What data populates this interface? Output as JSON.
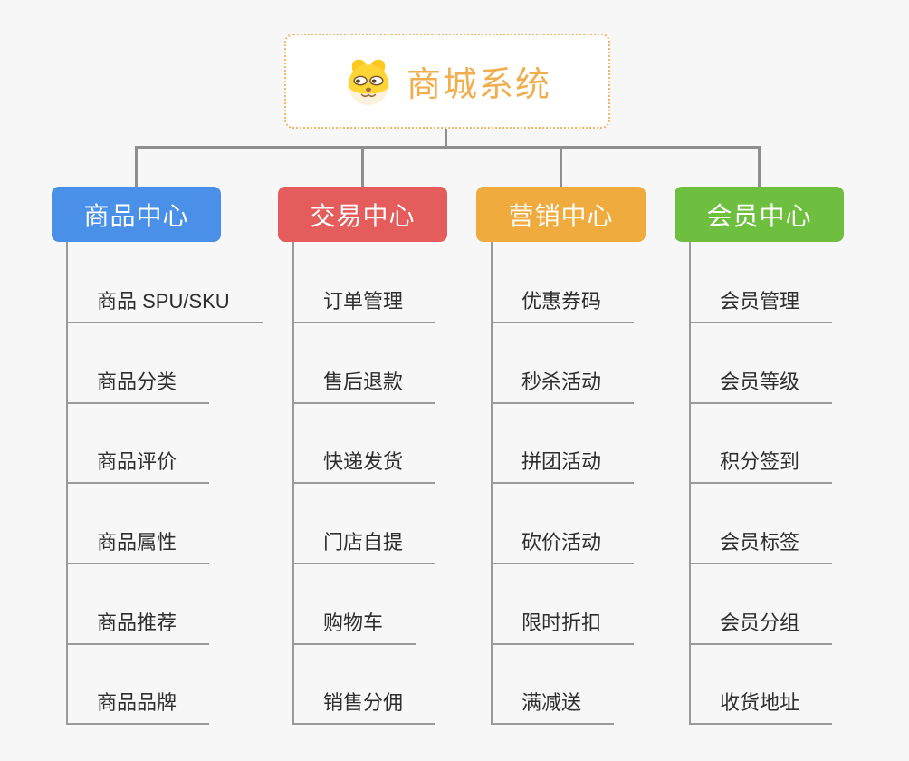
{
  "root": {
    "title": "商城系统",
    "icon": "dog-icon"
  },
  "branches": [
    {
      "id": "product-center",
      "label": "商品中心",
      "color": "#4A90E8",
      "children": [
        "商品 SPU/SKU",
        "商品分类",
        "商品评价",
        "商品属性",
        "商品推荐",
        "商品品牌"
      ]
    },
    {
      "id": "trade-center",
      "label": "交易中心",
      "color": "#E45C5C",
      "children": [
        "订单管理",
        "售后退款",
        "快递发货",
        "门店自提",
        "购物车",
        "销售分佣"
      ]
    },
    {
      "id": "marketing-center",
      "label": "营销中心",
      "color": "#EFAB3E",
      "children": [
        "优惠券码",
        "秒杀活动",
        "拼团活动",
        "砍价活动",
        "限时折扣",
        "满减送"
      ]
    },
    {
      "id": "member-center",
      "label": "会员中心",
      "color": "#6EBE40",
      "children": [
        "会员管理",
        "会员等级",
        "积分签到",
        "会员标签",
        "会员分组",
        "收货地址"
      ]
    }
  ],
  "colors": {
    "background": "#f7f7f7",
    "connector": "#8e8e8e",
    "item_line": "#9a9a9a",
    "item_text": "#2e2e2e",
    "root_border": "#f2b469",
    "root_bg": "#ffffff",
    "root_title": "#F0AE4E"
  }
}
